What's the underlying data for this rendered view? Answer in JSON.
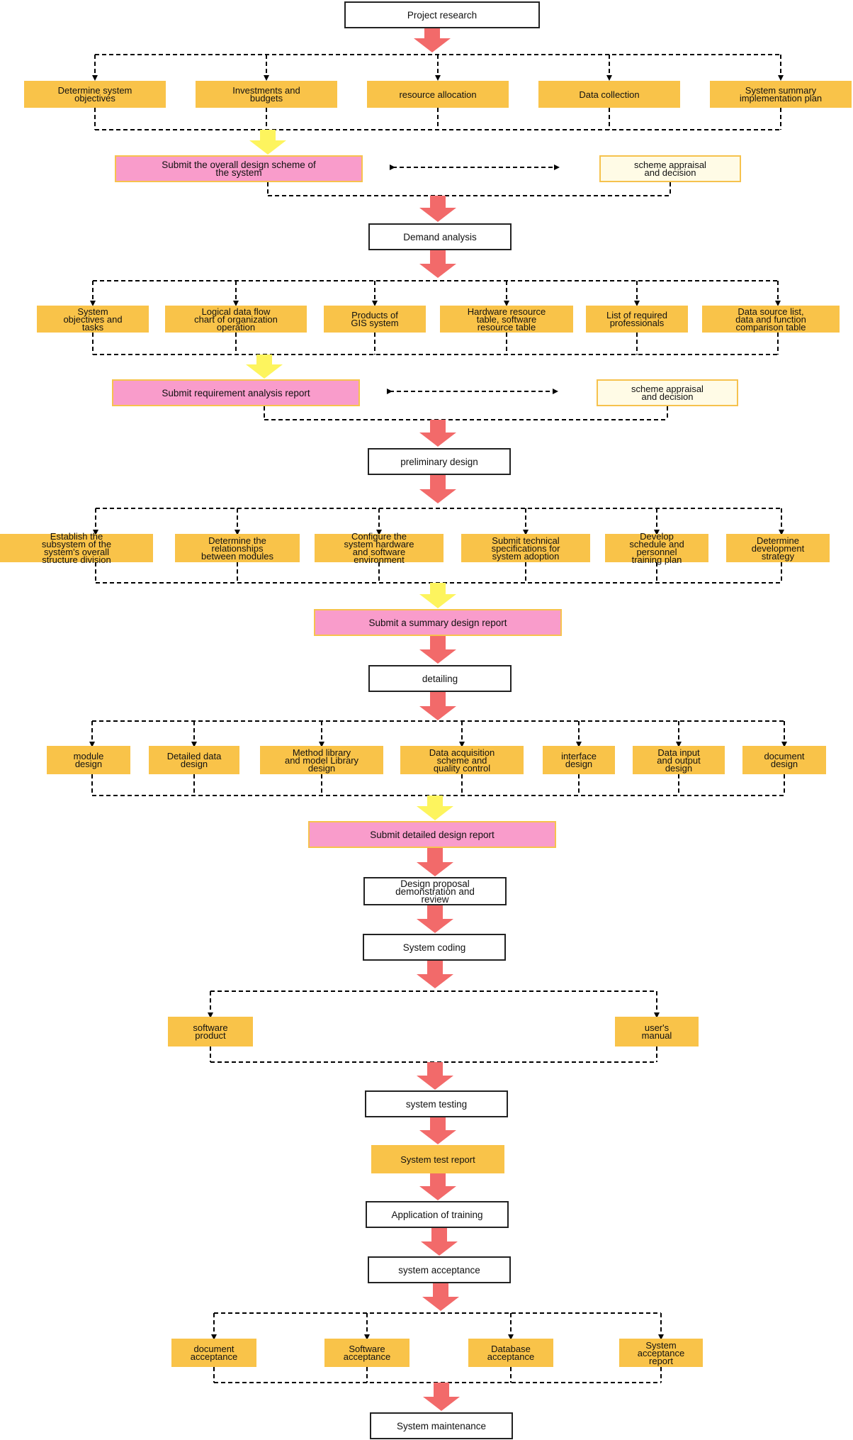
{
  "colors": {
    "stage_fill": "#ffffff",
    "task_fill": "#f9c349",
    "report_fill": "#f99ccb",
    "decision_fill": "#fffbe6",
    "main_arrow": "#f26a6a",
    "merge_arrow": "#fdf45e"
  },
  "stages": {
    "project_research": "Project research",
    "demand_analysis": "Demand analysis",
    "preliminary_design": "preliminary design",
    "detailing": "detailing",
    "design_review": "Design proposal\ndemonstration and\nreview",
    "system_coding": "System coding",
    "system_testing": "system testing",
    "application_training": "Application of training",
    "system_acceptance": "system acceptance",
    "system_maintenance": "System maintenance"
  },
  "research_tasks": [
    "Determine system\nobjectives",
    "Investments and\nbudgets",
    "resource allocation",
    "Data collection",
    "System summary\nimplementation plan"
  ],
  "reports": {
    "overall_design": "Submit the overall design scheme of\nthe system",
    "requirement_analysis": "Submit requirement analysis report",
    "summary_design": "Submit a summary design report",
    "detailed_design": "Submit detailed design report",
    "system_test_report": "System test report"
  },
  "decisions": {
    "first": "scheme appraisal\nand decision",
    "second": "scheme appraisal\nand decision"
  },
  "demand_tasks": [
    "System\nobjectives and\ntasks",
    "Logical data flow\nchart of organization\noperation",
    "Products of\nGIS system",
    "Hardware resource\ntable, software\nresource table",
    "List of required\nprofessionals",
    "Data source list,\ndata and function\ncomparison table"
  ],
  "preliminary_tasks": [
    "Establish the\nsubsystem of the\nsystem's overall\nstructure division",
    "Determine the\nrelationships\nbetween modules",
    "Configure the\nsystem hardware\nand software\nenvironment",
    "Submit technical\nspecifications for\nsystem adoption",
    "Develop\nschedule and\npersonnel\ntraining plan",
    "Determine\ndevelopment\nstrategy"
  ],
  "detailing_tasks": [
    "module\ndesign",
    "Detailed data\ndesign",
    "Method library\nand model Library\ndesign",
    "Data acquisition\nscheme and\nquality control",
    "interface\ndesign",
    "Data input\nand output\ndesign",
    "document\ndesign"
  ],
  "coding_outputs": [
    "software\nproduct",
    "user's\nmanual"
  ],
  "acceptance_tasks": [
    "document\nacceptance",
    "Software\nacceptance",
    "Database\nacceptance",
    "System\nacceptance\nreport"
  ]
}
